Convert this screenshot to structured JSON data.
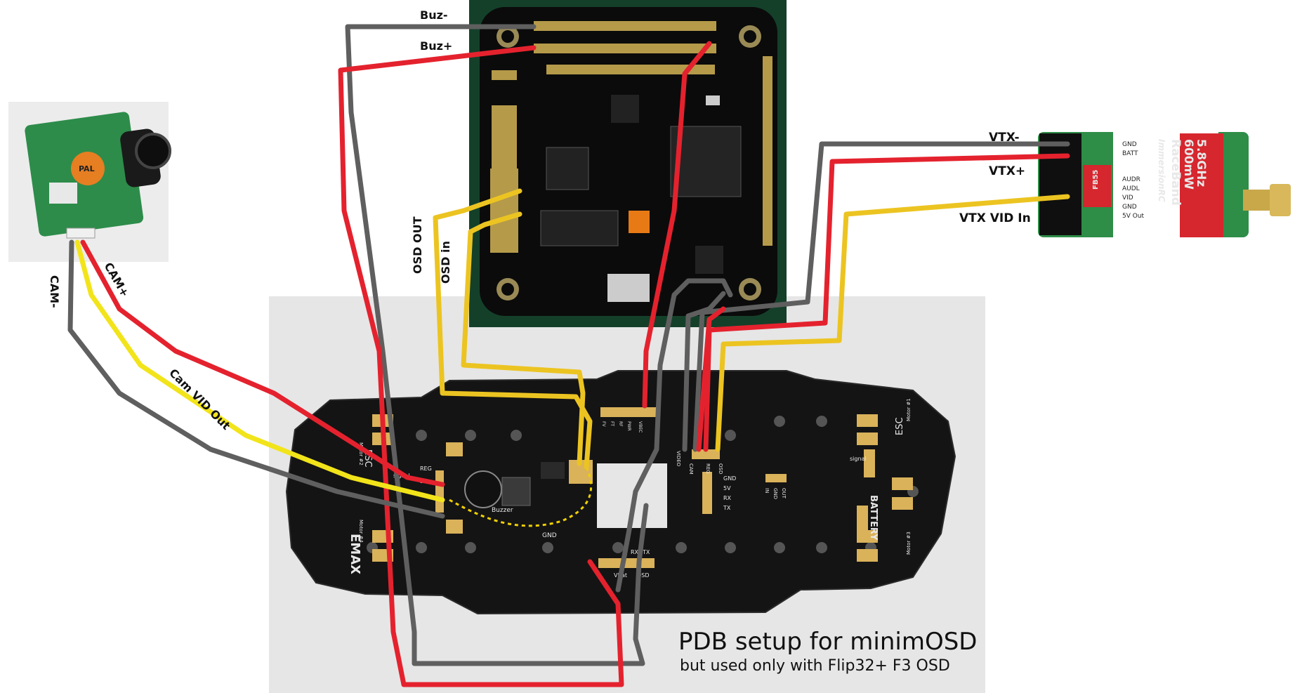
{
  "labels": {
    "buz_minus": "Buz-",
    "buz_plus": "Buz+",
    "vtx_minus": "VTX-",
    "vtx_plus": "VTX+",
    "vtx_vid_in": "VTX VID In",
    "cam_minus": "CAM-",
    "cam_plus": "CAM+",
    "cam_vid_out": "Cam VID Out",
    "osd_out": "OSD OUT",
    "osd_in": "OSD in"
  },
  "caption": {
    "title": "PDB setup for minimOSD",
    "subtitle": "but used only with Flip32+ F3 OSD"
  },
  "vtx": {
    "freq": "5.8GHz",
    "power": "600mW",
    "model": "RaceBand",
    "brand": "ImmersionRC",
    "pins": [
      "GND",
      "BATT",
      "AUDR",
      "AUDL",
      "VID",
      "GND",
      "5V Out"
    ],
    "sticker": "FB55"
  },
  "camera": {
    "sticker": "PAL"
  },
  "pdb": {
    "brand": "EMAX",
    "buzzer": "Buzzer",
    "gnd": "GND",
    "battery": "BATTERY",
    "esc": "ESC",
    "signal": "signal",
    "motors": [
      "Motor #1",
      "Motor #2",
      "Motor #3",
      "Motor #4"
    ],
    "pins_reg": [
      "REG",
      "5V"
    ],
    "pins_uart": [
      "GND",
      "5V",
      "RX",
      "TX"
    ],
    "pins_video": [
      "VIDEO",
      "CAM",
      "REG",
      "OSD"
    ],
    "pins_bottom": [
      "VBat",
      "OSD",
      "RX",
      "TX"
    ],
    "pins_top": [
      "FV",
      "FT",
      "RF",
      "PWR",
      "VBEC"
    ],
    "pins_in": [
      "IN",
      "GND",
      "OUT"
    ]
  },
  "colors": {
    "wire_red": "#e4222e",
    "wire_gray": "#5f5f5f",
    "wire_yellow": "#ecc421",
    "pcb_black": "#121212",
    "fc_green": "#0f3a24",
    "vtx_red": "#d6262e"
  }
}
